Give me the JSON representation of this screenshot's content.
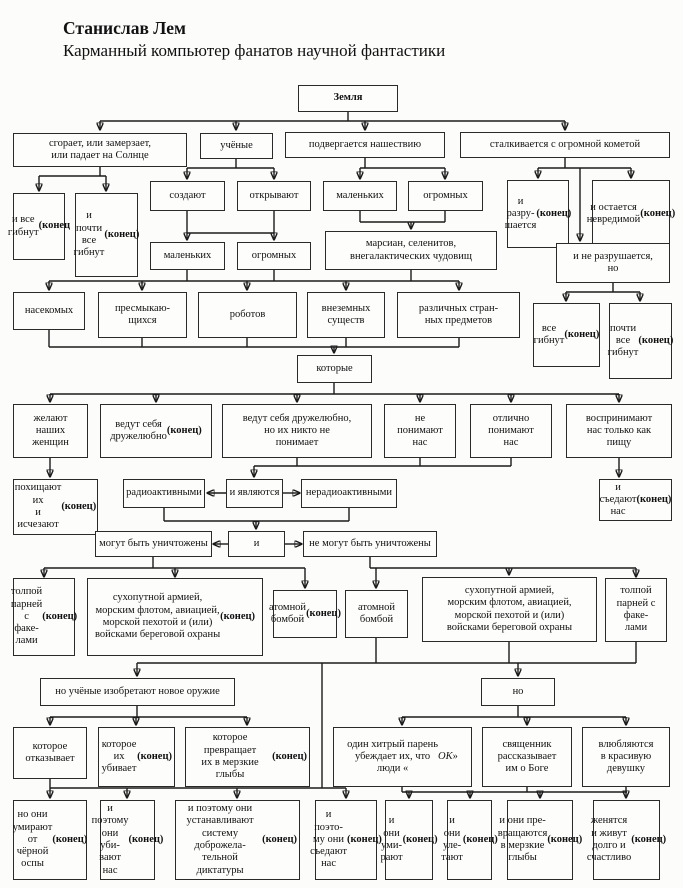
{
  "title": {
    "author": "Станислав Лем",
    "subtitle": "Карманный компьютер фанатов научной фантастики"
  },
  "nodes": {
    "earth": "Земля",
    "burn": "сгорает, или замерзает,\nили падает на Солнце",
    "scientists": "учёные",
    "invasion": "подвергается нашествию",
    "comet": "сталкивается с огромной кометой",
    "all_die_1": "и все\nгибнут\n(конец",
    "almost_die_1": "и почти\nвсе\nгибнут\n(конец)",
    "create": "создают",
    "discover": "открывают",
    "small_invaders": "маленьких",
    "huge_invaders": "огромных",
    "destroyed": "и разру-\nшается\n(конец)",
    "unharmed": "и остается\nневредимой\n(конец)",
    "small_created": "маленьких",
    "huge_created": "огромных",
    "martians": "марсиан, селенитов,\nвнегалактических чудовищ",
    "not_destroyed": "и не разрушается,\nно",
    "insects": "насекомых",
    "reptiles": "пресмыкаю-\nщихся",
    "robots": "роботов",
    "aliens": "внеземных\nсуществ",
    "strange_objects": "различных стран-\nных предметов",
    "all_die_2": "все\nгибнут\n(конец)",
    "almost_die_2": "почти\nвсе\nгибнут\n(конец)",
    "which": "которые",
    "want_women": "желают\nнаших\nженщин",
    "friendly": "ведут себя\nдружелюбно\n(конец)",
    "friendly_misunderstood": "ведут себя дружелюбно,\nно их никто не\nпонимает",
    "not_understand": "не\nпонимают\nнас",
    "understand_well": "отлично\nпонимают\nнас",
    "as_food": "воспринимают\nнас только как\nпищу",
    "kidnap": "похищают их\nи исчезают\n(конец)",
    "radioactive": "радиоактивными",
    "and_are": "и являются",
    "nonradioactive": "нерадиоактивными",
    "eat_us": "и съедают\nнас (конец)",
    "can_be_destroyed": "могут быть уничтожены",
    "and": "и",
    "cannot_be_destroyed": "не могут быть уничтожены",
    "mob_1": "толпой\nпарней с\nфаке-\nлами\n(конец)",
    "army_1": "сухопутной армией,\nморским флотом, авиацией,\nморской пехотой и (или)\nвойсками береговой охраны\n(конец)",
    "abomb_1": "атомной\nбомбой\n(конец)",
    "abomb_2": "атомной\nбомбой",
    "army_2": "сухопутной армией,\nморским флотом, авиацией,\nморской пехотой и (или)\nвойсками береговой охраны",
    "mob_2": "толпой\nпарней с\nфаке-\nлами",
    "new_weapon": "но учёные изобретают новое оружие",
    "but": "но",
    "weapon_refuses": "которое\nотказывает",
    "weapon_kills": "которое их\nубивает\n(конец)",
    "weapon_turns": "которое превращает\nих в мерзкие глыбы\n(конец)",
    "clever_guy": "один хитрый парень\nубеждает их, что\nлюди «ОК»",
    "priest": "священник\nрассказывает\nим о Боге",
    "fall_in_love": "влюбляются\nв красивую\nдевушку",
    "smallpox": "но они\nумирают от\nчёрной\nоспы\n(конец)",
    "they_kill_us": "и\nпоэтому\nони уби-\nвают нас\n(конец)",
    "dictatorship": "и поэтому они\nустанавливают\nсистему доброжела-\nтельной диктатуры\n(конец)",
    "they_eat_us": "и поэто-\nму они\nсъедают\nнас\n(конец)",
    "they_die": "и\nони\nуми-\nрают\n(конец)",
    "fly_away": "и\nони\nуле-\nтают\n(конец)",
    "turn_to_lumps": "и они пре-\nвращаются\nв мерзкие\nглыбы\n(конец)",
    "marry": "женятся\nи живут\nдолго и\nсчастливо\n(конец)"
  }
}
